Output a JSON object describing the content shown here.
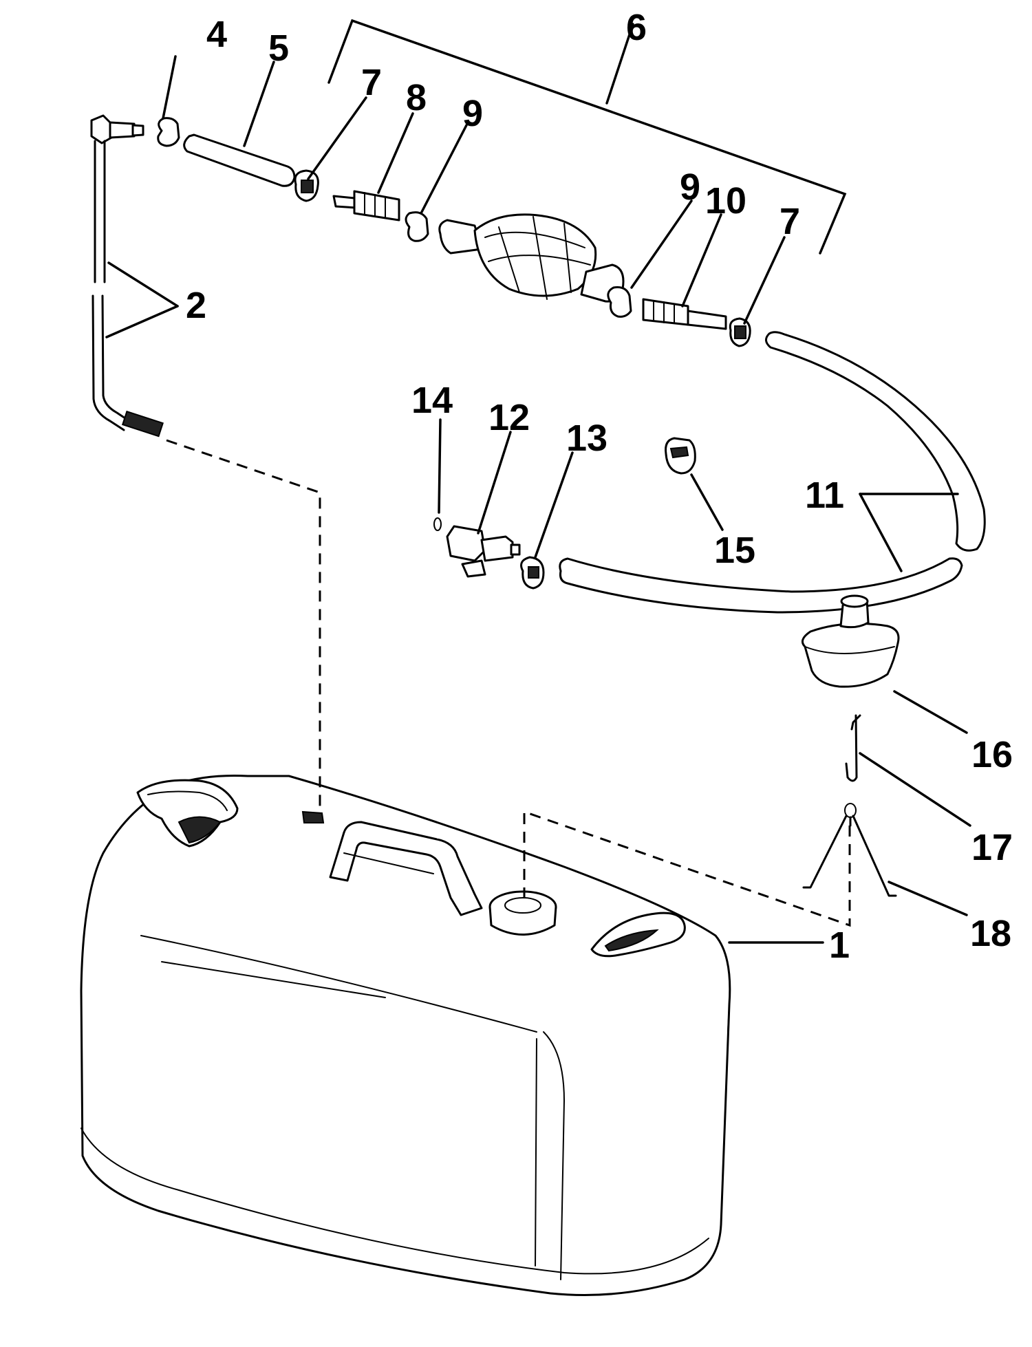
{
  "callouts": [
    {
      "id": "1",
      "label": "1"
    },
    {
      "id": "2",
      "label": "2"
    },
    {
      "id": "4",
      "label": "4"
    },
    {
      "id": "5",
      "label": "5"
    },
    {
      "id": "6",
      "label": "6"
    },
    {
      "id": "7a",
      "label": "7"
    },
    {
      "id": "7b",
      "label": "7"
    },
    {
      "id": "8",
      "label": "8"
    },
    {
      "id": "9a",
      "label": "9"
    },
    {
      "id": "9b",
      "label": "9"
    },
    {
      "id": "10",
      "label": "10"
    },
    {
      "id": "11",
      "label": "11"
    },
    {
      "id": "12",
      "label": "12"
    },
    {
      "id": "13",
      "label": "13"
    },
    {
      "id": "14",
      "label": "14"
    },
    {
      "id": "15",
      "label": "15"
    },
    {
      "id": "16",
      "label": "16"
    },
    {
      "id": "17",
      "label": "17"
    },
    {
      "id": "18",
      "label": "18"
    }
  ]
}
